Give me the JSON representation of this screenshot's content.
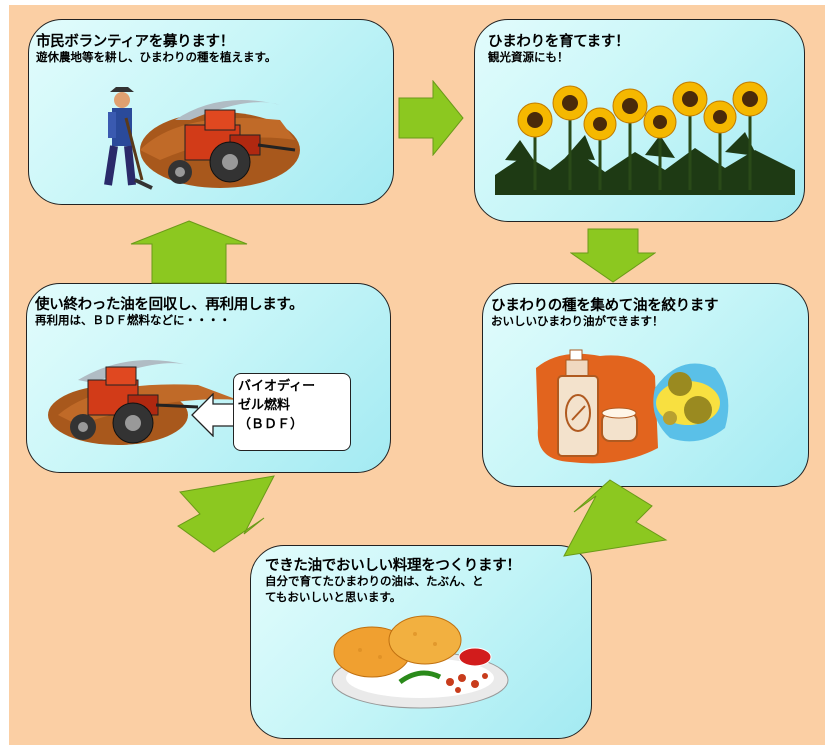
{
  "steps": {
    "volunteer": {
      "title": "市民ボランティアを募ります！",
      "sub": "遊休農地等を耕し、ひまわりの種を植えます。"
    },
    "grow": {
      "title": "ひまわりを育てます！",
      "sub": "観光資源にも！"
    },
    "press": {
      "title": "ひまわりの種を集めて油を絞ります",
      "sub": "おいしいひまわり油ができます！"
    },
    "cook": {
      "title": "できた油でおいしい料理をつくります！",
      "sub_line1": "自分で育てたひまわりの油は、たぶん、と",
      "sub_line2": "てもおいしいと思います。"
    },
    "recycle": {
      "title": "使い終わった油を回収し、再利用します。",
      "sub": "再利用は、ＢＤＦ燃料などに・・・・"
    }
  },
  "callout": {
    "line1": "バイオディー",
    "line2": "ゼル燃料",
    "line3": "（ＢＤＦ）"
  },
  "colors": {
    "background": "#fbcfa4",
    "arrow": "#8cc820",
    "box": "#c8f6f8"
  }
}
